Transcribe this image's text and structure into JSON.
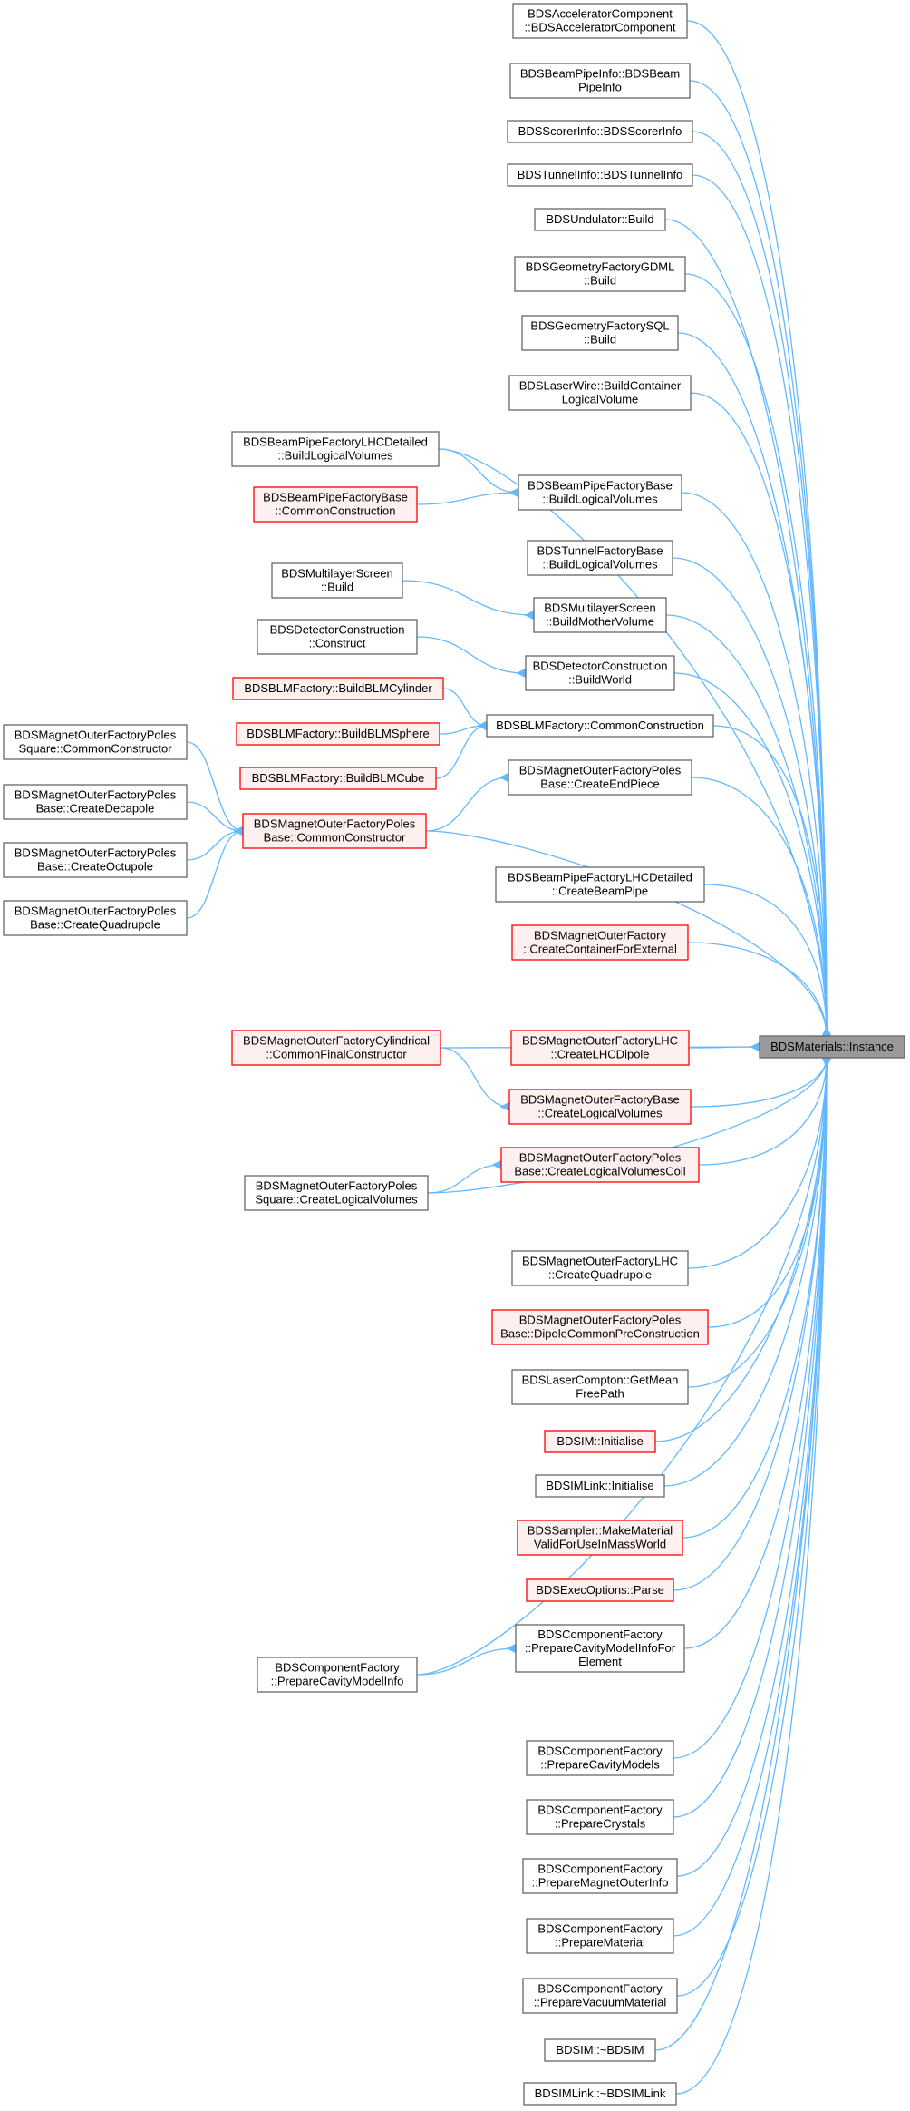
{
  "target": "BDSMaterials::Instance",
  "colors": {
    "edge": "#63b8ff",
    "normal_border": "#666666",
    "normal_fill": "#ffffff",
    "red_border": "#ff0000",
    "red_fill": "#fff0f0",
    "target_fill": "#999999",
    "target_border": "#666666"
  },
  "nodes": [
    {
      "id": "acc",
      "lines": [
        "BDSAcceleratorComponent",
        "::BDSAcceleratorComponent"
      ],
      "style": "normal"
    },
    {
      "id": "bpinfo",
      "lines": [
        "BDSBeamPipeInfo::BDSBeam",
        "PipeInfo"
      ],
      "style": "normal"
    },
    {
      "id": "scorer",
      "lines": [
        "BDSScorerInfo::BDSScorerInfo"
      ],
      "style": "normal"
    },
    {
      "id": "tunnelinfo",
      "lines": [
        "BDSTunnelInfo::BDSTunnelInfo"
      ],
      "style": "normal"
    },
    {
      "id": "undulator",
      "lines": [
        "BDSUndulator::Build"
      ],
      "style": "normal"
    },
    {
      "id": "gdml",
      "lines": [
        "BDSGeometryFactoryGDML",
        "::Build"
      ],
      "style": "normal"
    },
    {
      "id": "sql",
      "lines": [
        "BDSGeometryFactorySQL",
        "::Build"
      ],
      "style": "normal"
    },
    {
      "id": "laserwire",
      "lines": [
        "BDSLaserWire::BuildContainer",
        "LogicalVolume"
      ],
      "style": "normal"
    },
    {
      "id": "bplhcdet",
      "lines": [
        "BDSBeamPipeFactoryLHCDetailed",
        "::BuildLogicalVolumes"
      ],
      "style": "normal"
    },
    {
      "id": "bpbase_cc",
      "lines": [
        "BDSBeamPipeFactoryBase",
        "::CommonConstruction"
      ],
      "style": "red"
    },
    {
      "id": "bpbase_blv",
      "lines": [
        "BDSBeamPipeFactoryBase",
        "::BuildLogicalVolumes"
      ],
      "style": "normal"
    },
    {
      "id": "tunnelbase",
      "lines": [
        "BDSTunnelFactoryBase",
        "::BuildLogicalVolumes"
      ],
      "style": "normal"
    },
    {
      "id": "mls_build",
      "lines": [
        "BDSMultilayerScreen",
        "::Build"
      ],
      "style": "normal"
    },
    {
      "id": "mls_bmv",
      "lines": [
        "BDSMultilayerScreen",
        "::BuildMotherVolume"
      ],
      "style": "normal"
    },
    {
      "id": "detcon_c",
      "lines": [
        "BDSDetectorConstruction",
        "::Construct"
      ],
      "style": "normal"
    },
    {
      "id": "detcon_bw",
      "lines": [
        "BDSDetectorConstruction",
        "::BuildWorld"
      ],
      "style": "normal"
    },
    {
      "id": "blm_cyl",
      "lines": [
        "BDSBLMFactory::BuildBLMCylinder"
      ],
      "style": "red"
    },
    {
      "id": "blm_sph",
      "lines": [
        "BDSBLMFactory::BuildBLMSphere"
      ],
      "style": "red"
    },
    {
      "id": "blm_cube",
      "lines": [
        "BDSBLMFactory::BuildBLMCube"
      ],
      "style": "red"
    },
    {
      "id": "blm_cc",
      "lines": [
        "BDSBLMFactory::CommonConstruction"
      ],
      "style": "normal"
    },
    {
      "id": "mofps_cc",
      "lines": [
        "BDSMagnetOuterFactoryPoles",
        "Square::CommonConstructor"
      ],
      "style": "normal"
    },
    {
      "id": "mofpb_dec",
      "lines": [
        "BDSMagnetOuterFactoryPoles",
        "Base::CreateDecapole"
      ],
      "style": "normal"
    },
    {
      "id": "mofpb_oct",
      "lines": [
        "BDSMagnetOuterFactoryPoles",
        "Base::CreateOctupole"
      ],
      "style": "normal"
    },
    {
      "id": "mofpb_quad",
      "lines": [
        "BDSMagnetOuterFactoryPoles",
        "Base::CreateQuadrupole"
      ],
      "style": "normal"
    },
    {
      "id": "mofpb_cc",
      "lines": [
        "BDSMagnetOuterFactoryPoles",
        "Base::CommonConstructor"
      ],
      "style": "red"
    },
    {
      "id": "mofpb_end",
      "lines": [
        "BDSMagnetOuterFactoryPoles",
        "Base::CreateEndPiece"
      ],
      "style": "normal"
    },
    {
      "id": "bplhc_cbp",
      "lines": [
        "BDSBeamPipeFactoryLHCDetailed",
        "::CreateBeamPipe"
      ],
      "style": "normal"
    },
    {
      "id": "mof_ccfe",
      "lines": [
        "BDSMagnetOuterFactory",
        "::CreateContainerForExternal"
      ],
      "style": "red"
    },
    {
      "id": "mofcyl_cfc",
      "lines": [
        "BDSMagnetOuterFactoryCylindrical",
        "::CommonFinalConstructor"
      ],
      "style": "red"
    },
    {
      "id": "moflhc_dip",
      "lines": [
        "BDSMagnetOuterFactoryLHC",
        "::CreateLHCDipole"
      ],
      "style": "red"
    },
    {
      "id": "target",
      "lines": [
        "BDSMaterials::Instance"
      ],
      "style": "target"
    },
    {
      "id": "mofbase_clv",
      "lines": [
        "BDSMagnetOuterFactoryBase",
        "::CreateLogicalVolumes"
      ],
      "style": "red"
    },
    {
      "id": "mofpb_clvc",
      "lines": [
        "BDSMagnetOuterFactoryPoles",
        "Base::CreateLogicalVolumesCoil"
      ],
      "style": "red"
    },
    {
      "id": "mofps_clv",
      "lines": [
        "BDSMagnetOuterFactoryPoles",
        "Square::CreateLogicalVolumes"
      ],
      "style": "normal"
    },
    {
      "id": "moflhc_quad",
      "lines": [
        "BDSMagnetOuterFactoryLHC",
        "::CreateQuadrupole"
      ],
      "style": "normal"
    },
    {
      "id": "mofpb_dcpc",
      "lines": [
        "BDSMagnetOuterFactoryPoles",
        "Base::DipoleCommonPreConstruction"
      ],
      "style": "red"
    },
    {
      "id": "lasercomp",
      "lines": [
        "BDSLaserCompton::GetMean",
        "FreePath"
      ],
      "style": "normal"
    },
    {
      "id": "bdsim_init",
      "lines": [
        "BDSIM::Initialise"
      ],
      "style": "red"
    },
    {
      "id": "bdsimlink_init",
      "lines": [
        "BDSIMLink::Initialise"
      ],
      "style": "normal"
    },
    {
      "id": "sampler",
      "lines": [
        "BDSSampler::MakeMaterial",
        "ValidForUseInMassWorld"
      ],
      "style": "red"
    },
    {
      "id": "execopt",
      "lines": [
        "BDSExecOptions::Parse"
      ],
      "style": "red"
    },
    {
      "id": "cf_pcmife",
      "lines": [
        "BDSComponentFactory",
        "::PrepareCavityModelInfoFor",
        "Element"
      ],
      "style": "normal"
    },
    {
      "id": "cf_pcmi",
      "lines": [
        "BDSComponentFactory",
        "::PrepareCavityModelInfo"
      ],
      "style": "normal"
    },
    {
      "id": "cf_pcm",
      "lines": [
        "BDSComponentFactory",
        "::PrepareCavityModels"
      ],
      "style": "normal"
    },
    {
      "id": "cf_pc",
      "lines": [
        "BDSComponentFactory",
        "::PrepareCrystals"
      ],
      "style": "normal"
    },
    {
      "id": "cf_pmoi",
      "lines": [
        "BDSComponentFactory",
        "::PrepareMagnetOuterInfo"
      ],
      "style": "normal"
    },
    {
      "id": "cf_pm",
      "lines": [
        "BDSComponentFactory",
        "::PrepareMaterial"
      ],
      "style": "normal"
    },
    {
      "id": "cf_pvm",
      "lines": [
        "BDSComponentFactory",
        "::PrepareVacuumMaterial"
      ],
      "style": "normal"
    },
    {
      "id": "bdsim_dtor",
      "lines": [
        "BDSIM::~BDSIM"
      ],
      "style": "normal"
    },
    {
      "id": "bdsimlink_dtor",
      "lines": [
        "BDSIMLink::~BDSIMLink"
      ],
      "style": "normal"
    }
  ],
  "edges": [
    [
      "acc",
      "target"
    ],
    [
      "bpinfo",
      "target"
    ],
    [
      "scorer",
      "target"
    ],
    [
      "tunnelinfo",
      "target"
    ],
    [
      "undulator",
      "target"
    ],
    [
      "gdml",
      "target"
    ],
    [
      "sql",
      "target"
    ],
    [
      "laserwire",
      "target"
    ],
    [
      "bplhcdet",
      "target"
    ],
    [
      "bplhcdet",
      "bpbase_blv"
    ],
    [
      "bpbase_cc",
      "bpbase_blv"
    ],
    [
      "bpbase_blv",
      "target"
    ],
    [
      "tunnelbase",
      "target"
    ],
    [
      "mls_build",
      "mls_bmv"
    ],
    [
      "mls_bmv",
      "target"
    ],
    [
      "detcon_c",
      "detcon_bw"
    ],
    [
      "detcon_bw",
      "target"
    ],
    [
      "blm_cyl",
      "blm_cc"
    ],
    [
      "blm_sph",
      "blm_cc"
    ],
    [
      "blm_cube",
      "blm_cc"
    ],
    [
      "blm_cc",
      "target"
    ],
    [
      "mofps_cc",
      "mofpb_cc"
    ],
    [
      "mofpb_dec",
      "mofpb_cc"
    ],
    [
      "mofpb_oct",
      "mofpb_cc"
    ],
    [
      "mofpb_quad",
      "mofpb_cc"
    ],
    [
      "mofpb_cc",
      "mofpb_end"
    ],
    [
      "mofpb_cc",
      "target"
    ],
    [
      "mofpb_end",
      "target"
    ],
    [
      "bplhc_cbp",
      "target"
    ],
    [
      "mof_ccfe",
      "target"
    ],
    [
      "mofcyl_cfc",
      "target"
    ],
    [
      "mofcyl_cfc",
      "mofbase_clv"
    ],
    [
      "moflhc_dip",
      "target"
    ],
    [
      "mofbase_clv",
      "target"
    ],
    [
      "mofps_clv",
      "mofpb_clvc"
    ],
    [
      "mofps_clv",
      "target"
    ],
    [
      "mofpb_clvc",
      "target"
    ],
    [
      "moflhc_quad",
      "target"
    ],
    [
      "mofpb_dcpc",
      "target"
    ],
    [
      "lasercomp",
      "target"
    ],
    [
      "bdsim_init",
      "target"
    ],
    [
      "bdsimlink_init",
      "target"
    ],
    [
      "sampler",
      "target"
    ],
    [
      "execopt",
      "target"
    ],
    [
      "cf_pcmi",
      "cf_pcmife"
    ],
    [
      "cf_pcmife",
      "target"
    ],
    [
      "cf_pcmi",
      "target"
    ],
    [
      "cf_pcm",
      "target"
    ],
    [
      "cf_pc",
      "target"
    ],
    [
      "cf_pmoi",
      "target"
    ],
    [
      "cf_pm",
      "target"
    ],
    [
      "cf_pvm",
      "target"
    ],
    [
      "bdsim_dtor",
      "target"
    ],
    [
      "bdsimlink_dtor",
      "target"
    ]
  ]
}
